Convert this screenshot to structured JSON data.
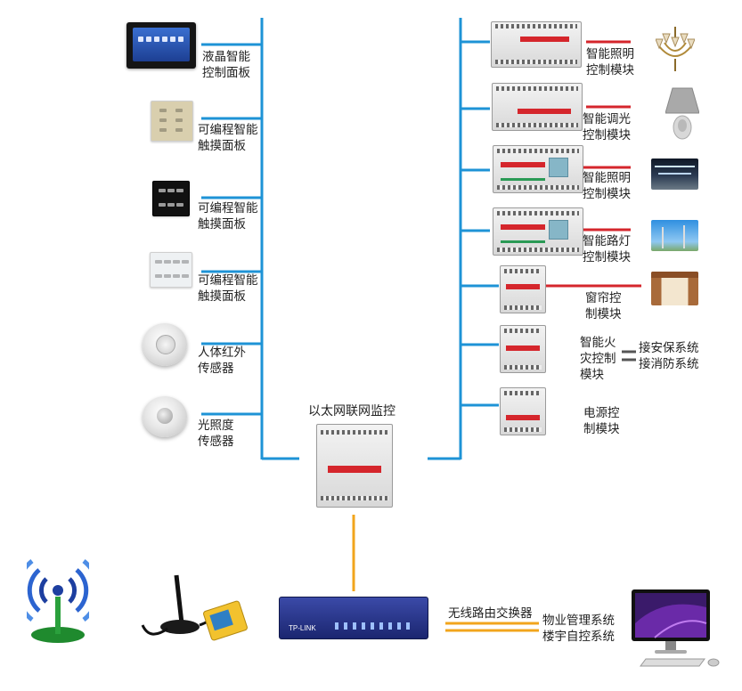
{
  "left_devices": [
    {
      "label_line1": "液晶智能",
      "label_line2": "控制面板"
    },
    {
      "label_line1": "可编程智能",
      "label_line2": "触摸面板"
    },
    {
      "label_line1": "可编程智能",
      "label_line2": "触摸面板"
    },
    {
      "label_line1": "可编程智能",
      "label_line2": "触摸面板"
    },
    {
      "label_line1": "人体红外",
      "label_line2": "传感器"
    },
    {
      "label_line1": "光照度",
      "label_line2": "传感器"
    }
  ],
  "right_modules": [
    {
      "label_line1": "智能照明",
      "label_line2": "控制模块"
    },
    {
      "label_line1": "智能调光",
      "label_line2": "控制模块"
    },
    {
      "label_line1": "智能照明",
      "label_line2": "控制模块"
    },
    {
      "label_line1": "智能路灯",
      "label_line2": "控制模块"
    },
    {
      "label_line1": "窗帘控",
      "label_line2": "制模块"
    },
    {
      "label_line1": "智能火",
      "label_line2": "灾控制",
      "label_line3": "模块"
    },
    {
      "label_line1": "电源控",
      "label_line2": "制模块"
    }
  ],
  "fire_links": {
    "line1": "接安保系统",
    "line2": "接消防系统"
  },
  "center": {
    "label": "以太网联网监控"
  },
  "bottom": {
    "router_label": "无线路由交换器",
    "system_line1": "物业管理系统",
    "system_line2": "楼宇自控系统",
    "switch_brand": "TP-LINK"
  },
  "colors": {
    "bus_blue": "#1e93d6",
    "red_link": "#d5262c",
    "orange_link": "#f2a51c"
  }
}
